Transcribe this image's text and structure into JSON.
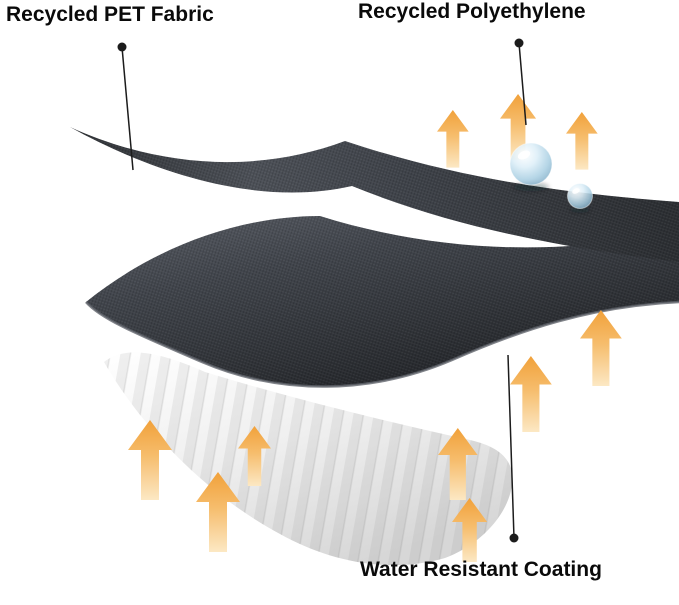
{
  "diagram": {
    "labels": {
      "pet_fabric": "Recycled PET Fabric",
      "polyethylene": "Recycled Polyethylene",
      "coating": "Water Resistant Coating"
    },
    "colors": {
      "fabric_dark": "#3b3e44",
      "fabric_dark_deep": "#26282c",
      "fabric_edge_highlight": "#60646b",
      "coating_light": "#ececec",
      "arrow_orange_top": "#f0a13a",
      "arrow_orange_bottom": "#fce8c4",
      "droplet_blue": "#a8cee2",
      "text": "#0a0a0a",
      "leader": "#1c1c1c"
    },
    "icons": {
      "arrows": "up-arrow-icon",
      "droplets": "water-droplet-icon",
      "leader_dots": "leader-dot-icon"
    }
  }
}
